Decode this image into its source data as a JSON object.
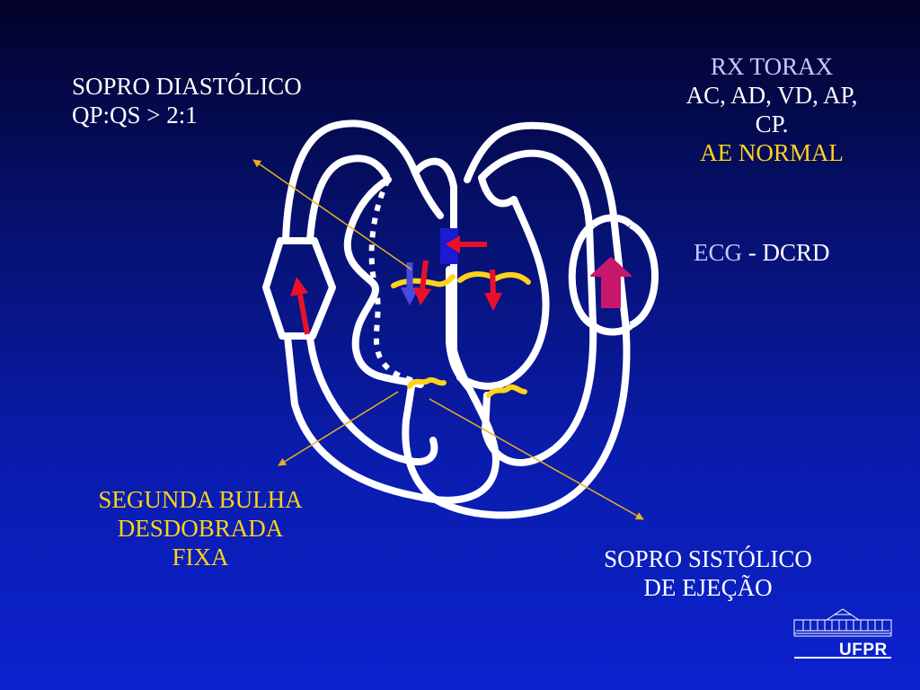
{
  "texts": {
    "left_line1": "SOPRO DIASTÓLICO",
    "left_line2": "QP:QS > 2:1",
    "rx_title": "RX TORAX",
    "rx_line2": "AC, AD, VD, AP,",
    "rx_line3": "CP.",
    "ae_normal": "AE NORMAL",
    "ecg_label": "ECG",
    "ecg_sep": " - ",
    "ecg_value": "DCRD",
    "bulha_line1": "SEGUNDA BULHA",
    "bulha_line2": "DESDOBRADA",
    "bulha_line3": "FIXA",
    "sistolico_line1": "SOPRO SISTÓLICO",
    "sistolico_line2": "DE EJEÇÃO",
    "logo": "UFPR"
  },
  "colors": {
    "text": "#ffffff",
    "highlight": "#ffd21a",
    "outline": "#ffffff",
    "flow_arrow": "#e8102a",
    "shunt_arrow": "#4a4ae0",
    "enlarged_arrow": "#c8186e",
    "valve": "#ffd21a",
    "pointer": "#e8b020"
  }
}
